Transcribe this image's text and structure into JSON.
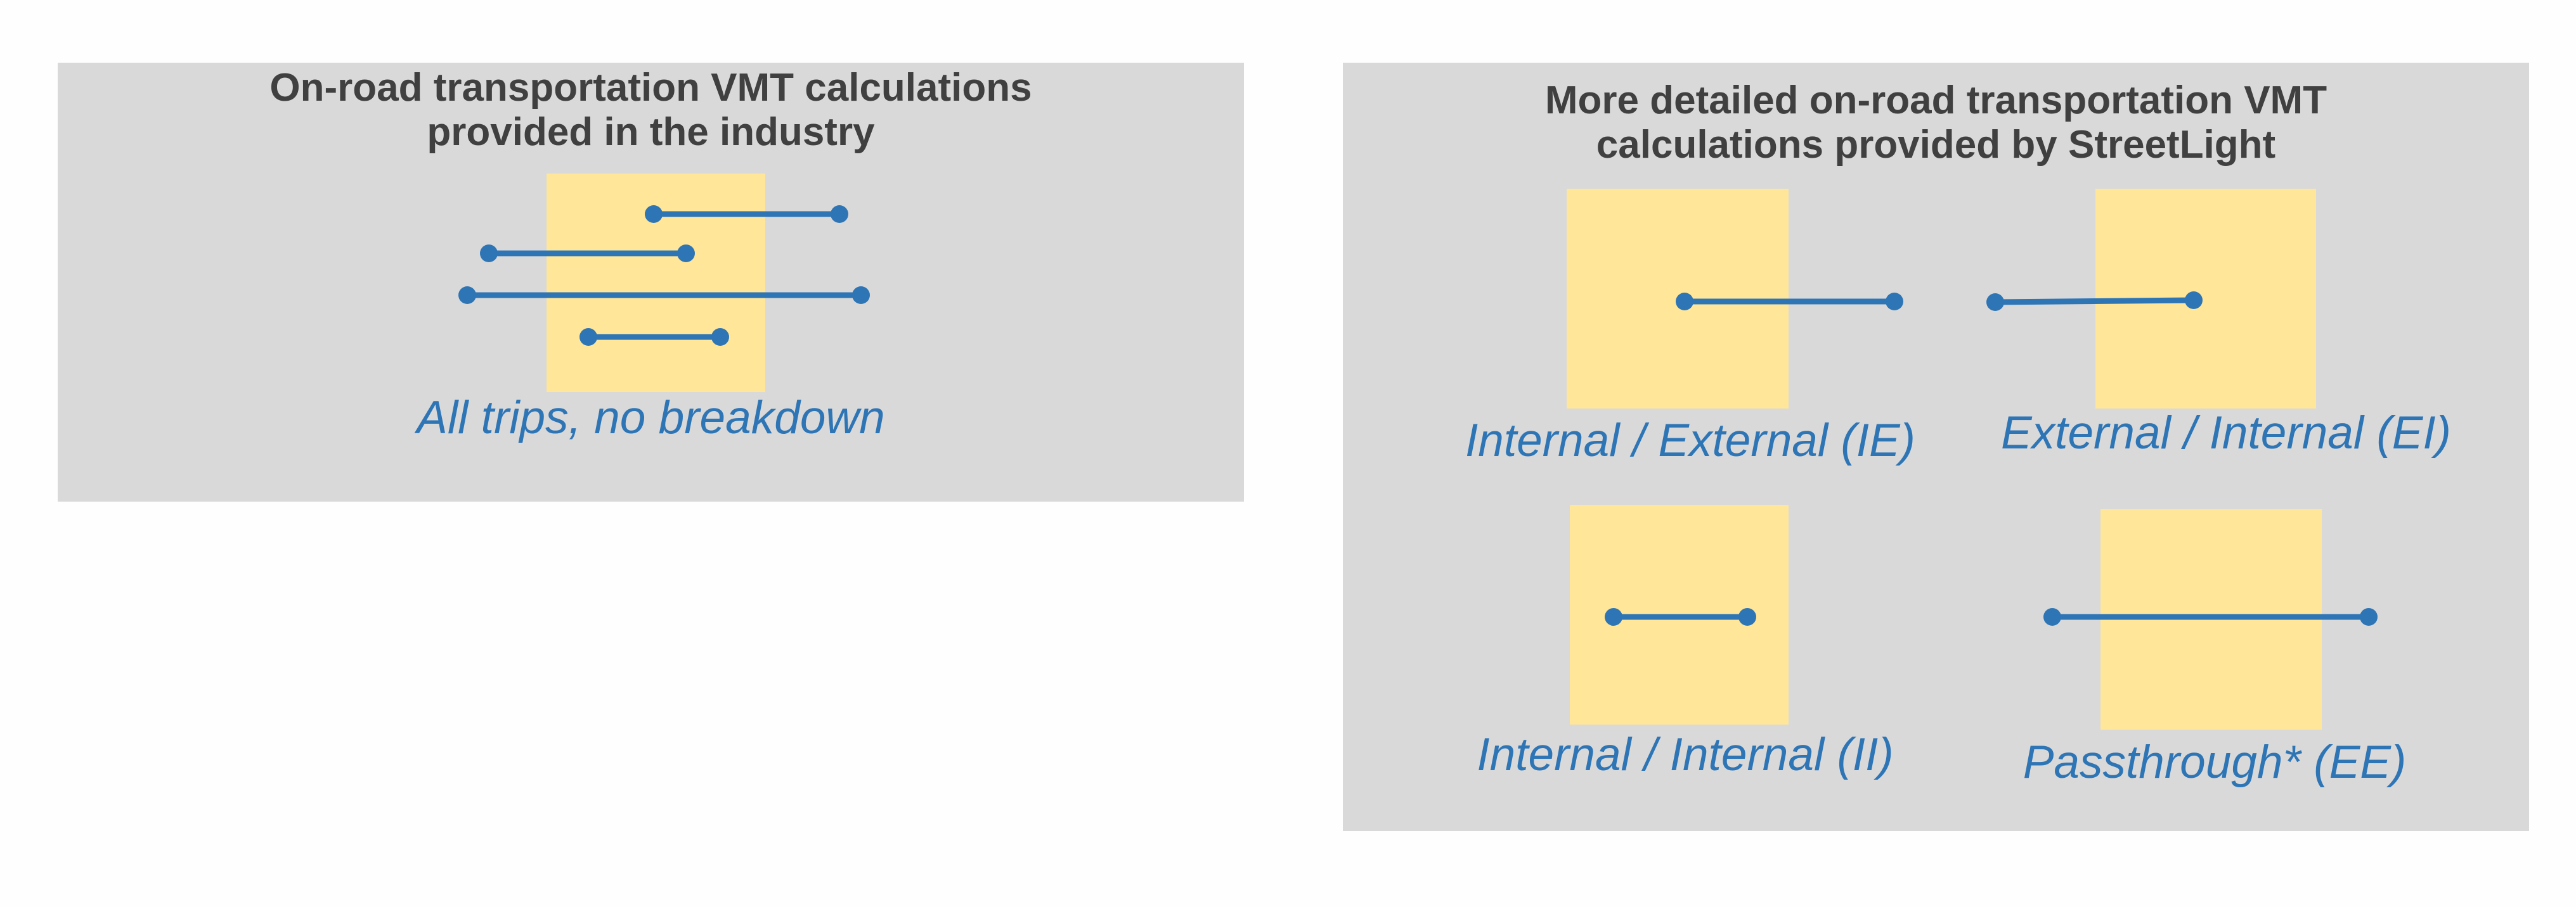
{
  "colors": {
    "panel": "#d9d9d9",
    "zone": "#ffe699",
    "trip": "#2e75b6",
    "title": "#404040"
  },
  "left_panel": {
    "title_line1": "On-road transportation VMT calculations",
    "title_line2": "provided in the industry",
    "caption": "All trips, no breakdown"
  },
  "right_panel": {
    "title_line1": "More detailed on-road transportation VMT",
    "title_line2": "calculations provided by StreetLight",
    "quadrants": [
      {
        "caption": "Internal / External (IE)"
      },
      {
        "caption": "External / Internal (EI)"
      },
      {
        "caption": "Internal / Internal (II)"
      },
      {
        "caption": "Passthrough* (EE)"
      }
    ]
  }
}
